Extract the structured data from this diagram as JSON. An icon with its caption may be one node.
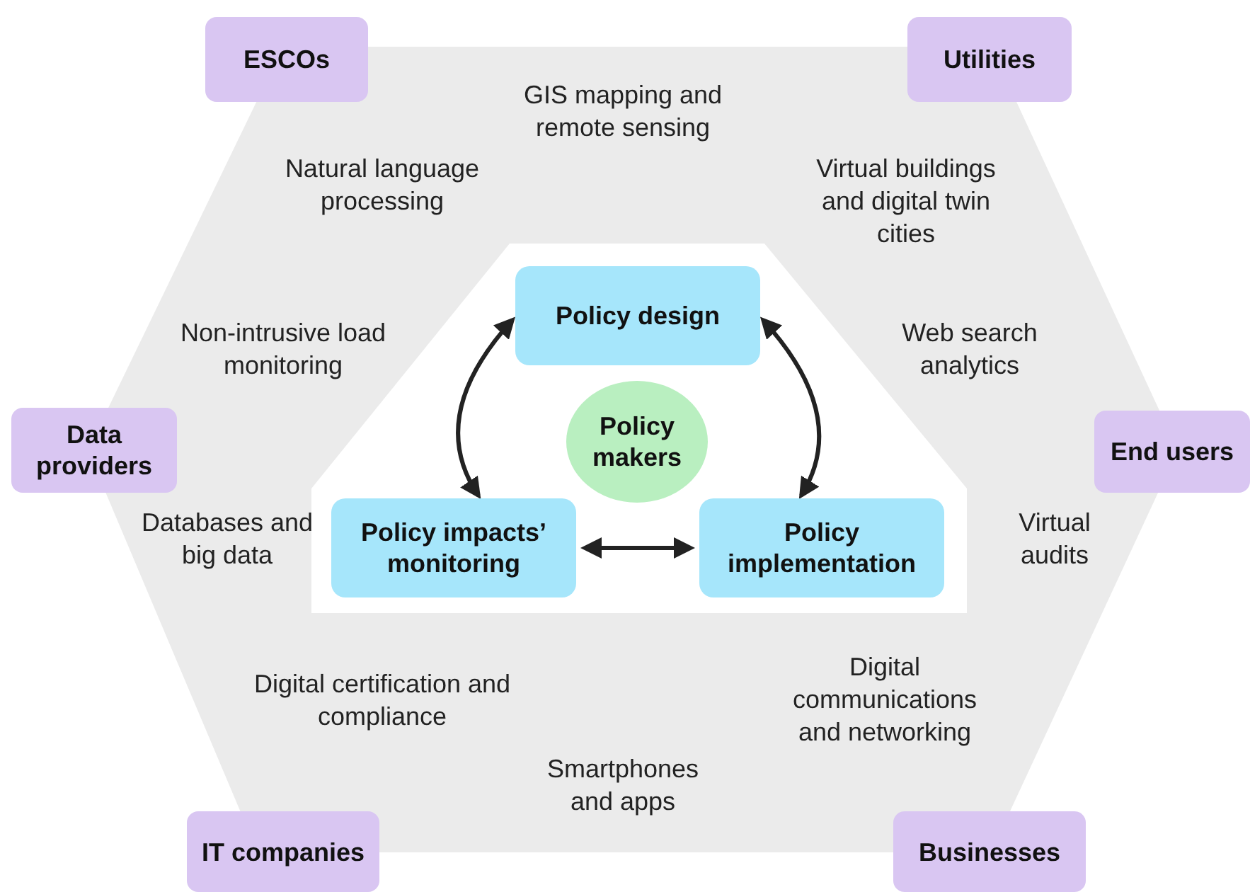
{
  "diagram": {
    "nodes": [
      {
        "text": [
          "ESCOs"
        ]
      },
      {
        "text": [
          "Utilities"
        ]
      },
      {
        "text": [
          "Data providers"
        ]
      },
      {
        "text": [
          "End users"
        ]
      },
      {
        "text": [
          "IT companies"
        ]
      },
      {
        "text": [
          "Businesses"
        ]
      },
      {
        "text": [
          "Policy design"
        ]
      },
      {
        "text": [
          "Policy makers"
        ]
      },
      {
        "text": [
          "Policy impacts’ monitoring"
        ]
      },
      {
        "text": [
          "Policy implementation"
        ]
      }
    ],
    "edges": [
      {
        "from": 6,
        "to": 8,
        "arrow": "both"
      },
      {
        "from": 6,
        "to": 9,
        "arrow": "both"
      },
      {
        "from": 8,
        "to": 9,
        "arrow": "both"
      }
    ],
    "labels": [
      "GIS mapping and remote sensing",
      "Natural language processing",
      "Virtual buildings and digital twin cities",
      "Non-intrusive load monitoring",
      "Web search analytics",
      "Databases and big data",
      "Virtual audits",
      "Digital certification and compliance",
      "Digital communications and networking",
      "Smartphones and apps"
    ]
  }
}
